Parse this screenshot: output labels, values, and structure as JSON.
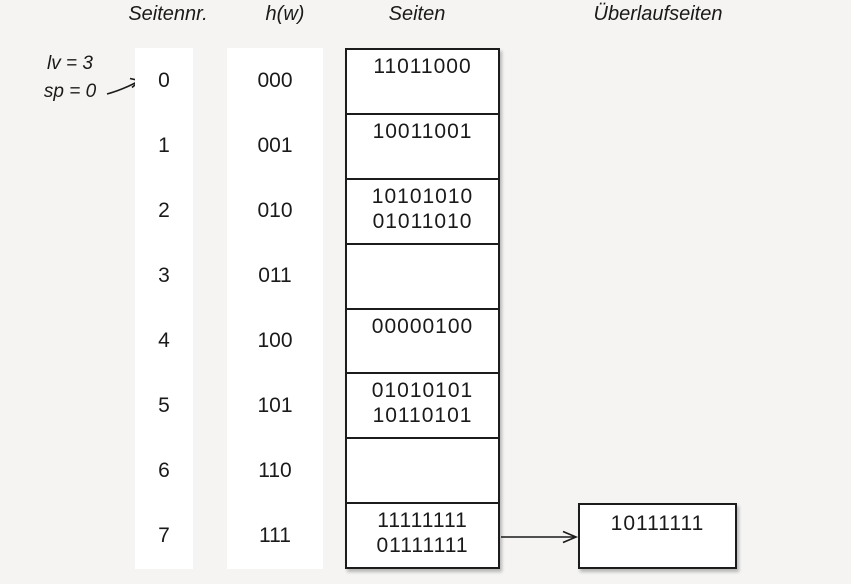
{
  "title": "Lineares Hashing Diagramm",
  "colors": {
    "background": "#f5f4f2",
    "surface": "#ffffff",
    "border": "#1c1c1c",
    "text": "#1a1a1a"
  },
  "headers": {
    "seitennr": "Seitennr.",
    "hw": "h(w)",
    "seiten": "Seiten",
    "ueberlauf": "Überlaufseiten"
  },
  "annotation": {
    "line1": "lv = 3",
    "line2": "sp = 0"
  },
  "icons": {
    "pointer_arrow": "diagonal-arrow-pointing-to-page-0",
    "overflow_arrow": "horizontal-arrow-page7-to-overflow"
  },
  "rows": [
    {
      "nr": "0",
      "hash": "000",
      "values": [
        "11011000"
      ]
    },
    {
      "nr": "1",
      "hash": "001",
      "values": [
        "10011001"
      ]
    },
    {
      "nr": "2",
      "hash": "010",
      "values": [
        "10101010",
        "01011010"
      ]
    },
    {
      "nr": "3",
      "hash": "011",
      "values": []
    },
    {
      "nr": "4",
      "hash": "100",
      "values": [
        "00000100"
      ]
    },
    {
      "nr": "5",
      "hash": "101",
      "values": [
        "01010101",
        "10110101"
      ]
    },
    {
      "nr": "6",
      "hash": "110",
      "values": []
    },
    {
      "nr": "7",
      "hash": "111",
      "values": [
        "11111111",
        "01111111"
      ]
    }
  ],
  "overflow": {
    "attached_row_nr": "7",
    "value": "10111111"
  }
}
